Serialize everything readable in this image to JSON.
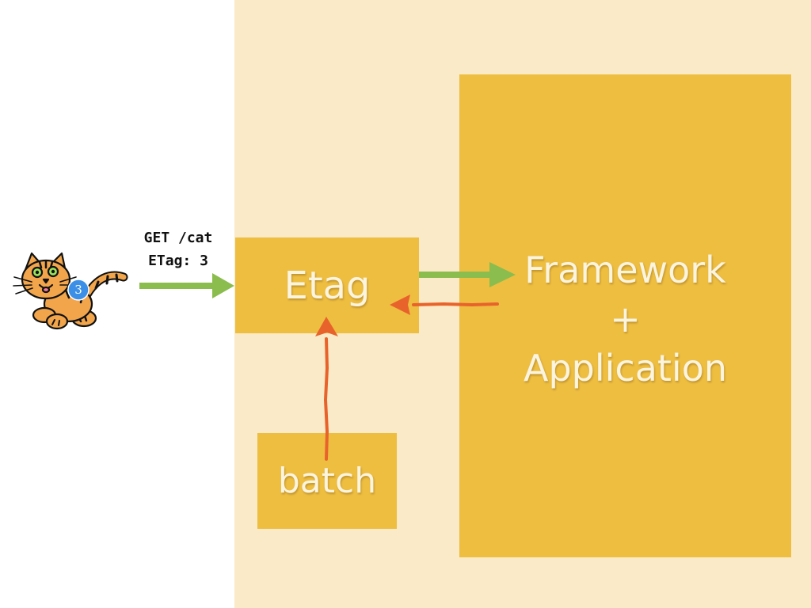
{
  "request": {
    "line1": "GET /cat",
    "line2": "ETag: 3"
  },
  "boxes": {
    "etag": "Etag",
    "batch": "batch",
    "framework": {
      "line1": "Framework",
      "line2": "+",
      "line3": "Application"
    }
  },
  "badge": {
    "number": "3"
  },
  "colors": {
    "panel_background": "#faeac7",
    "box_fill": "#eebe41",
    "box_text": "#fbf4df",
    "request_arrow": "#8bbd4e",
    "response_arrow": "#e8632b",
    "badge": "#3b8fe6"
  },
  "icons": {
    "client": "cartoon-cat-icon"
  }
}
